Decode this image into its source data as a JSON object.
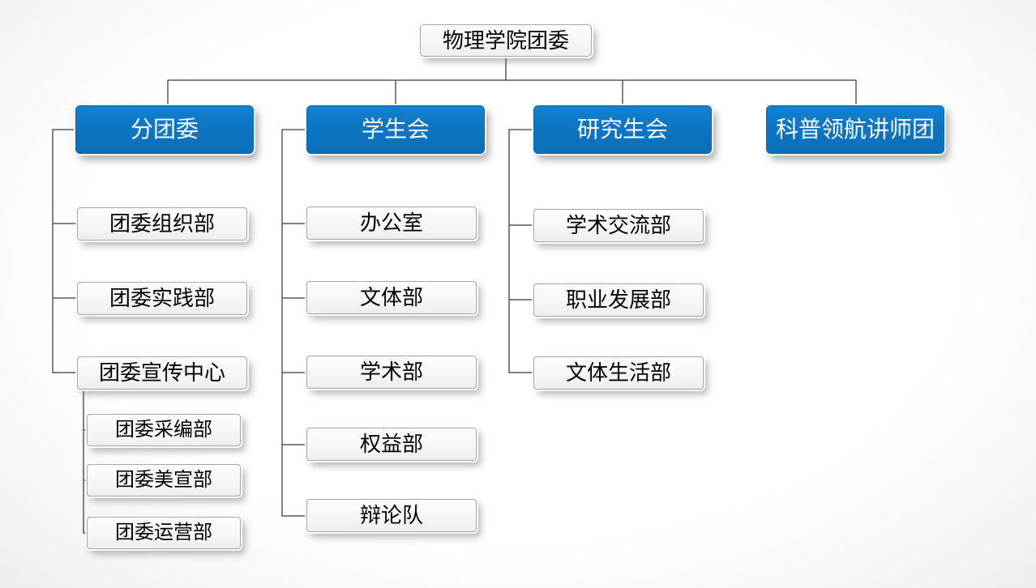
{
  "root": {
    "label": "物理学院团委"
  },
  "branches": [
    {
      "label": "分团委",
      "children": [
        "团委组织部",
        "团委实践部",
        "团委宣传中心"
      ],
      "sub": [
        "团委采编部",
        "团委美宣部",
        "团委运营部"
      ]
    },
    {
      "label": "学生会",
      "children": [
        "办公室",
        "文体部",
        "学术部",
        "权益部",
        "辩论队"
      ]
    },
    {
      "label": "研究生会",
      "children": [
        "学术交流部",
        "职业发展部",
        "文体生活部"
      ]
    },
    {
      "label": "科普领航讲师团",
      "children": []
    }
  ],
  "colors": {
    "branch_fill": "#0C75C2",
    "branch_text": "#FFFFFF",
    "node_border": "#A6A6A6",
    "connector": "#595959"
  }
}
